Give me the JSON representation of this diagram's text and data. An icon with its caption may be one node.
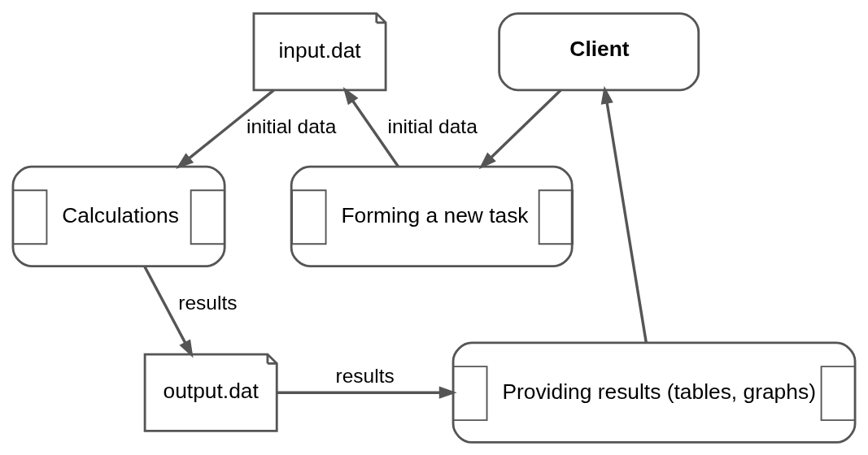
{
  "diagram": {
    "nodes": [
      {
        "text": [
          "Client"
        ]
      },
      {
        "text": [
          "Forming a new task"
        ]
      },
      {
        "text": [
          "input.dat"
        ]
      },
      {
        "text": [
          "Calculations"
        ]
      },
      {
        "text": [
          "output.dat"
        ]
      },
      {
        "text": [
          "Providing results (tables, graphs)"
        ]
      }
    ],
    "edges": [
      {
        "from": 0,
        "to": 1,
        "arrow": "to"
      },
      {
        "from": 1,
        "to": 2,
        "arrow": "to",
        "label": "initial data"
      },
      {
        "from": 2,
        "to": 3,
        "arrow": "to",
        "label": "initial data"
      },
      {
        "from": 3,
        "to": 4,
        "arrow": "to",
        "label": "results"
      },
      {
        "from": 4,
        "to": 5,
        "arrow": "to",
        "label": "results"
      },
      {
        "from": 5,
        "to": 0,
        "arrow": "to"
      }
    ]
  }
}
